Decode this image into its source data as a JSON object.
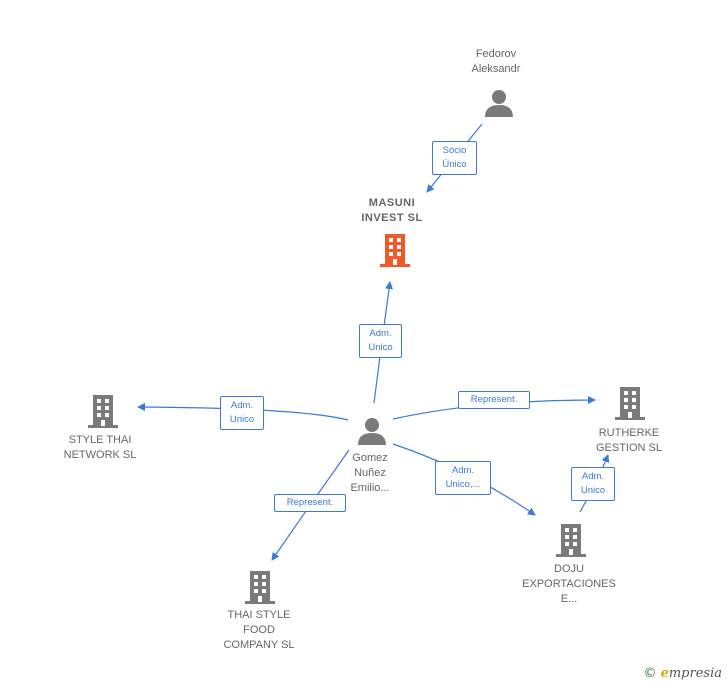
{
  "nodes": {
    "fedorov": {
      "lines": [
        "Fedorov",
        "Aleksandr"
      ],
      "type": "person"
    },
    "masuni": {
      "lines": [
        "MASUNI",
        "INVEST  SL"
      ],
      "type": "company-main"
    },
    "gomez": {
      "lines": [
        "Gomez",
        "Nuñez",
        "Emilio..."
      ],
      "type": "person"
    },
    "style_thai": {
      "lines": [
        "STYLE THAI",
        "NETWORK SL"
      ],
      "type": "company"
    },
    "rutherke": {
      "lines": [
        "RUTHERKE",
        "GESTION SL"
      ],
      "type": "company"
    },
    "doju": {
      "lines": [
        "DOJU",
        "EXPORTACIONES",
        "E..."
      ],
      "type": "company"
    },
    "thai_style": {
      "lines": [
        "THAI STYLE",
        "FOOD",
        "COMPANY SL"
      ],
      "type": "company"
    }
  },
  "edges": {
    "fedorov_masuni": {
      "lines": [
        "Socio",
        "Único"
      ]
    },
    "gomez_masuni": {
      "lines": [
        "Adm.",
        "Unico"
      ]
    },
    "gomez_style_thai": {
      "lines": [
        "Adm.",
        "Unico"
      ]
    },
    "gomez_rutherke": {
      "lines": [
        "Represent."
      ]
    },
    "gomez_doju": {
      "lines": [
        "Adm.",
        "Unico,..."
      ]
    },
    "doju_rutherke": {
      "lines": [
        "Adm.",
        "Unico"
      ]
    },
    "gomez_thai_style": {
      "lines": [
        "Represent."
      ]
    }
  },
  "colors": {
    "edge": "#3a7bd5",
    "company": "#7a7a7a",
    "company_main": "#f05a28",
    "person": "#7a7a7a",
    "label": "#666666"
  },
  "footer": {
    "copyright": "©",
    "brand_initial": "e",
    "brand_rest": "mpresia"
  }
}
